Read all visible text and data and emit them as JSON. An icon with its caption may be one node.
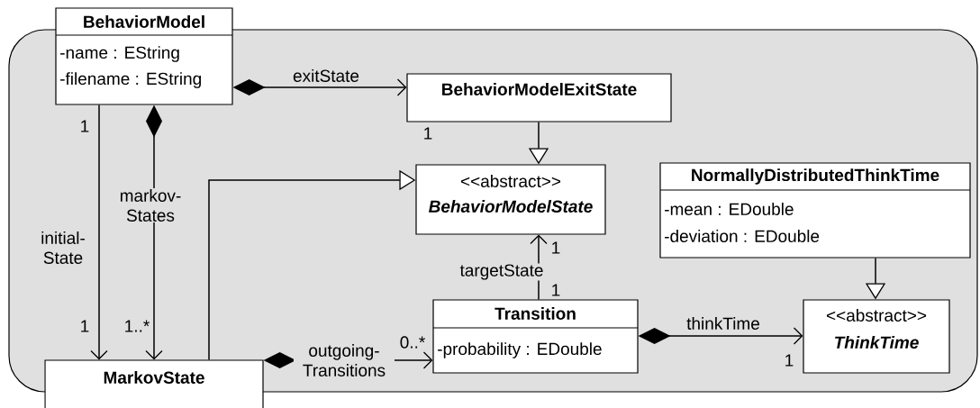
{
  "diagram": {
    "nodes": [
      {
        "text": [
          "BehaviorModel",
          "-name : EString",
          "-filename : EString"
        ]
      },
      {
        "text": [
          "BehaviorModelExitState"
        ]
      },
      {
        "text": [
          "<<abstract>>",
          "BehaviorModelState"
        ]
      },
      {
        "text": [
          "NormallyDistributedThinkTime",
          "-mean : EDouble",
          "-deviation : EDouble"
        ]
      },
      {
        "text": [
          "MarkovState"
        ]
      },
      {
        "text": [
          "Transition",
          "-probability : EDouble"
        ]
      },
      {
        "text": [
          "<<abstract>>",
          "ThinkTime"
        ]
      }
    ],
    "edges": [
      {
        "from": 0,
        "to": 1,
        "arrow": "to",
        "label": "exitState"
      },
      {
        "from": 0,
        "to": 4,
        "arrow": "to",
        "label": "initial- State"
      },
      {
        "from": 0,
        "to": 4,
        "arrow": "to",
        "label": "markov- States"
      },
      {
        "from": 4,
        "to": 2,
        "arrow": "to"
      },
      {
        "from": 1,
        "to": 2,
        "arrow": "to"
      },
      {
        "from": 5,
        "to": 2,
        "arrow": "to",
        "label": "targetState"
      },
      {
        "from": 4,
        "to": 5,
        "arrow": "to",
        "label": "outgoing- Transitions"
      },
      {
        "from": 5,
        "to": 6,
        "arrow": "to",
        "label": "thinkTime"
      },
      {
        "from": 3,
        "to": 6,
        "arrow": "to"
      }
    ],
    "labels": [
      "1",
      "1",
      "1",
      "1..*",
      "1",
      "1",
      "0..*",
      "1"
    ]
  }
}
